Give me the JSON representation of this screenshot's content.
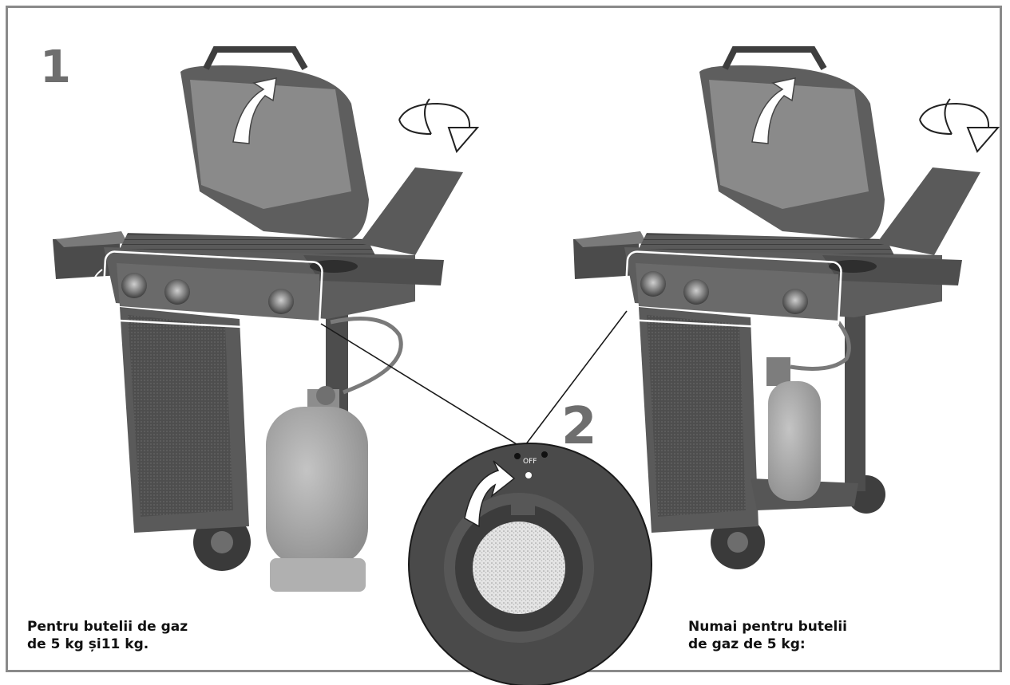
{
  "steps": {
    "step1": "1",
    "step2": "2"
  },
  "dial": {
    "off_label": "OFF"
  },
  "captions": {
    "left": {
      "line1": "Pentru butelii de gaz",
      "line2": "de 5 kg și11 kg."
    },
    "right": {
      "line1": "Numai pentru butelii",
      "line2": "de gaz de 5 kg:"
    }
  },
  "colors": {
    "frame": "#8a8a8a",
    "grill_dark": "#4a4a4a",
    "grill_mid": "#6a6a6a",
    "tank": "#a9a9a9",
    "step_number": "#6e6e6e"
  }
}
